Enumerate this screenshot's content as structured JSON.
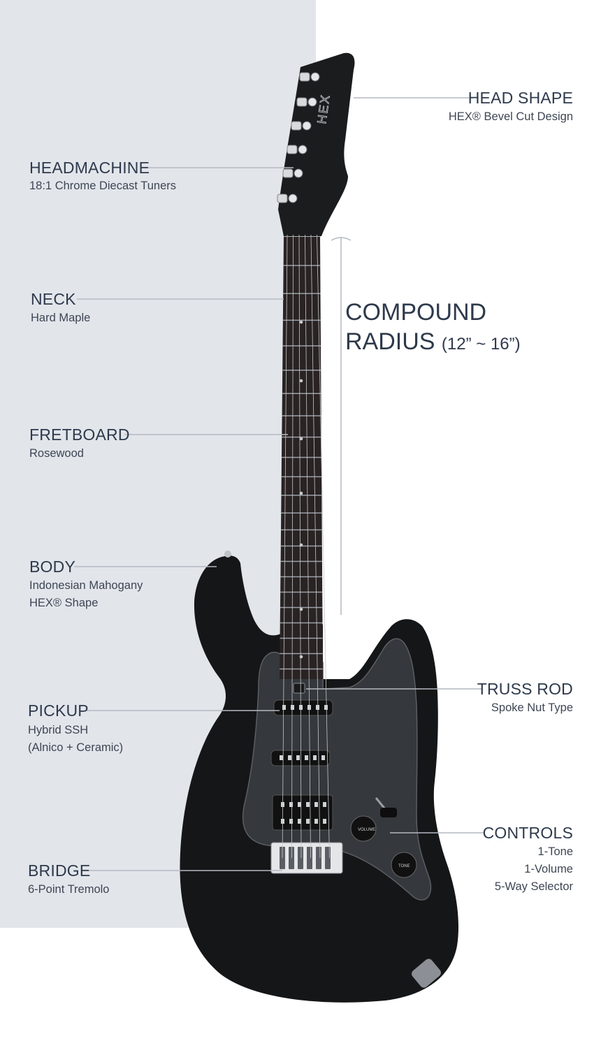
{
  "colors": {
    "panel": "#e2e5ea",
    "title_text": "#2e3a4c",
    "sub_text": "#3e4654",
    "leader_line": "#b4b9c1",
    "guitar_body": "#151617",
    "pickguard": "#35383c",
    "fretboard": "#2a2323"
  },
  "callouts": {
    "head_shape": {
      "title": "HEAD SHAPE",
      "lines": [
        "HEX® Bevel Cut Design"
      ]
    },
    "headmachine": {
      "title": "HEADMACHINE",
      "lines": [
        "18:1 Chrome Diecast Tuners"
      ]
    },
    "neck": {
      "title": "NECK",
      "lines": [
        "Hard Maple"
      ]
    },
    "fretboard": {
      "title": "FRETBOARD",
      "lines": [
        "Rosewood"
      ]
    },
    "body": {
      "title": "BODY",
      "lines": [
        "Indonesian Mahogany",
        "HEX® Shape"
      ]
    },
    "pickup": {
      "title": "PICKUP",
      "lines": [
        "Hybrid SSH",
        "(Alnico + Ceramic)"
      ]
    },
    "bridge": {
      "title": "BRIDGE",
      "lines": [
        "6-Point Tremolo"
      ]
    },
    "truss_rod": {
      "title": "TRUSS ROD",
      "lines": [
        "Spoke Nut Type"
      ]
    },
    "controls": {
      "title": "CONTROLS",
      "lines": [
        "1-Tone",
        "1-Volume",
        "5-Way Selector"
      ]
    }
  },
  "compound_radius": {
    "line1": "COMPOUND",
    "line2": "RADIUS",
    "range": "(12” ~ 16”)"
  },
  "guitar_marks": {
    "headstock_logo": "HEX",
    "volume_knob": "VOLUME",
    "tone_knob": "TONE"
  }
}
